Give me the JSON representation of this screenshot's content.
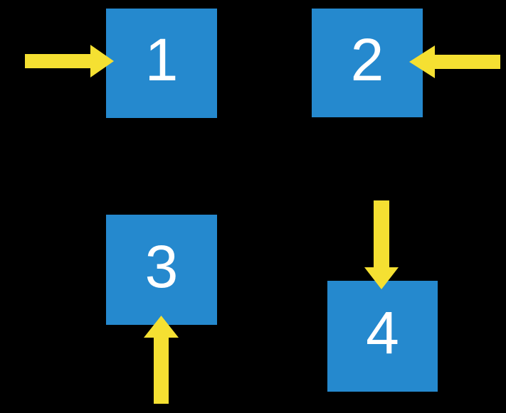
{
  "diagram": {
    "background_color": "#000000",
    "square_color": "#2589CE",
    "arrow_color": "#F5E032",
    "label_color": "#FFFFFF",
    "squares": [
      {
        "label": "1",
        "arrow_direction": "pointing-right-into-left-side"
      },
      {
        "label": "2",
        "arrow_direction": "pointing-left-into-right-side"
      },
      {
        "label": "3",
        "arrow_direction": "pointing-up-into-bottom-side"
      },
      {
        "label": "4",
        "arrow_direction": "pointing-down-into-top-side"
      }
    ]
  }
}
